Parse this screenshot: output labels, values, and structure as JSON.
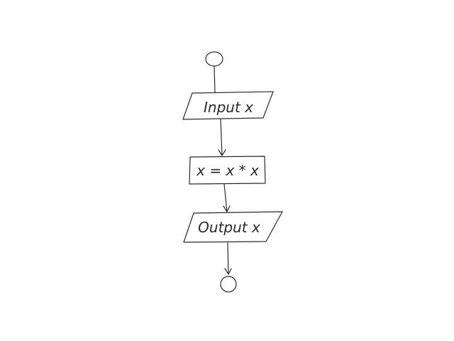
{
  "flowchart": {
    "nodes": [
      {
        "id": "start",
        "shape": "terminal",
        "label": ""
      },
      {
        "id": "input",
        "shape": "parallelogram",
        "label": "Input x"
      },
      {
        "id": "process",
        "shape": "rectangle",
        "label": "x = x * x"
      },
      {
        "id": "output",
        "shape": "parallelogram",
        "label": "Output x"
      },
      {
        "id": "end",
        "shape": "terminal",
        "label": ""
      }
    ],
    "edges": [
      {
        "from": "start",
        "to": "input",
        "arrow": false
      },
      {
        "from": "input",
        "to": "process",
        "arrow": true
      },
      {
        "from": "process",
        "to": "output",
        "arrow": true
      },
      {
        "from": "output",
        "to": "end",
        "arrow": true
      }
    ]
  }
}
